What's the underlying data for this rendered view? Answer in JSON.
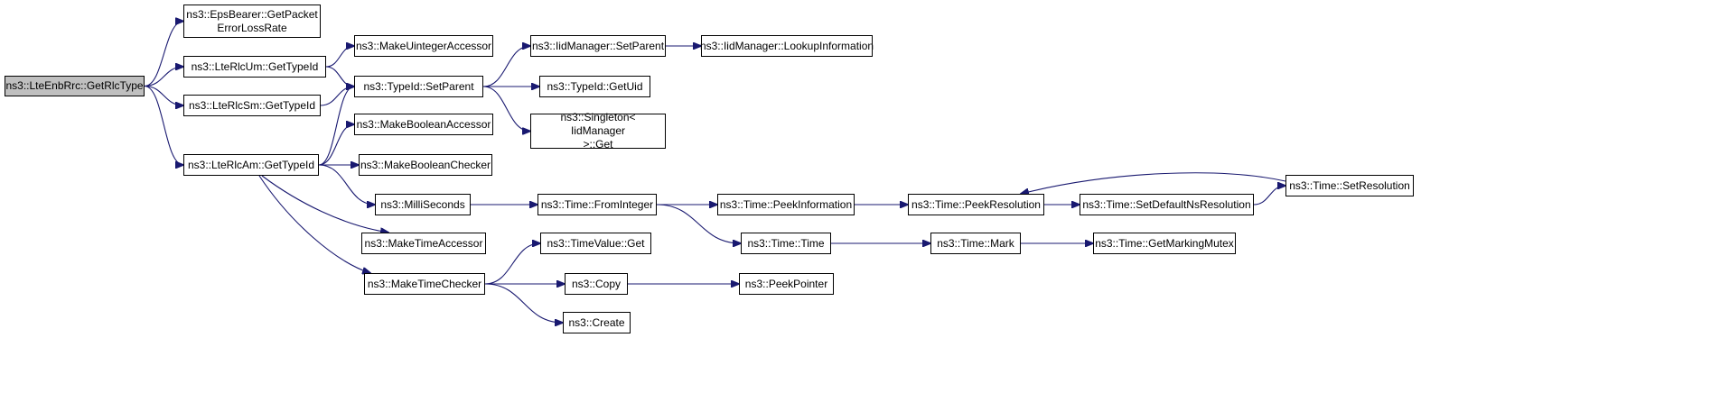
{
  "diagram": {
    "type": "call-graph",
    "edge_color": "#191970",
    "root_fill": "#bfbfbf",
    "nodes": [
      {
        "id": "n0",
        "label": "ns3::LteEnbRrc::GetRlcType",
        "root": true
      },
      {
        "id": "n1",
        "label": "ns3::EpsBearer::GetPacket\nErrorLossRate"
      },
      {
        "id": "n2",
        "label": "ns3::LteRlcUm::GetTypeId"
      },
      {
        "id": "n3",
        "label": "ns3::LteRlcSm::GetTypeId"
      },
      {
        "id": "n4",
        "label": "ns3::LteRlcAm::GetTypeId"
      },
      {
        "id": "n5",
        "label": "ns3::MakeUintegerAccessor"
      },
      {
        "id": "n6",
        "label": "ns3::TypeId::SetParent"
      },
      {
        "id": "n7",
        "label": "ns3::MakeBooleanAccessor"
      },
      {
        "id": "n8",
        "label": "ns3::MakeBooleanChecker"
      },
      {
        "id": "n9",
        "label": "ns3::MilliSeconds"
      },
      {
        "id": "n10",
        "label": "ns3::MakeTimeAccessor"
      },
      {
        "id": "n11",
        "label": "ns3::MakeTimeChecker"
      },
      {
        "id": "n12",
        "label": "ns3::IidManager::SetParent"
      },
      {
        "id": "n13",
        "label": "ns3::TypeId::GetUid"
      },
      {
        "id": "n14",
        "label": "ns3::Singleton< IidManager\n >::Get"
      },
      {
        "id": "n15",
        "label": "ns3::IidManager::LookupInformation"
      },
      {
        "id": "n16",
        "label": "ns3::Time::FromInteger"
      },
      {
        "id": "n17",
        "label": "ns3::TimeValue::Get"
      },
      {
        "id": "n18",
        "label": "ns3::Copy"
      },
      {
        "id": "n19",
        "label": "ns3::Create"
      },
      {
        "id": "n20",
        "label": "ns3::Time::PeekInformation"
      },
      {
        "id": "n21",
        "label": "ns3::Time::Time"
      },
      {
        "id": "n22",
        "label": "ns3::PeekPointer"
      },
      {
        "id": "n23",
        "label": "ns3::Time::PeekResolution"
      },
      {
        "id": "n24",
        "label": "ns3::Time::Mark"
      },
      {
        "id": "n25",
        "label": "ns3::Time::SetDefaultNsResolution"
      },
      {
        "id": "n26",
        "label": "ns3::Time::GetMarkingMutex"
      },
      {
        "id": "n27",
        "label": "ns3::Time::SetResolution"
      }
    ],
    "edges": [
      [
        "n0",
        "n1"
      ],
      [
        "n0",
        "n2"
      ],
      [
        "n0",
        "n3"
      ],
      [
        "n0",
        "n4"
      ],
      [
        "n2",
        "n5"
      ],
      [
        "n2",
        "n6"
      ],
      [
        "n3",
        "n6"
      ],
      [
        "n4",
        "n6"
      ],
      [
        "n4",
        "n7"
      ],
      [
        "n4",
        "n8"
      ],
      [
        "n4",
        "n9"
      ],
      [
        "n4",
        "n10"
      ],
      [
        "n4",
        "n11"
      ],
      [
        "n6",
        "n12"
      ],
      [
        "n6",
        "n13"
      ],
      [
        "n6",
        "n14"
      ],
      [
        "n12",
        "n15"
      ],
      [
        "n9",
        "n16"
      ],
      [
        "n16",
        "n20"
      ],
      [
        "n16",
        "n21"
      ],
      [
        "n11",
        "n17"
      ],
      [
        "n11",
        "n18"
      ],
      [
        "n11",
        "n19"
      ],
      [
        "n18",
        "n22"
      ],
      [
        "n20",
        "n23"
      ],
      [
        "n23",
        "n25"
      ],
      [
        "n25",
        "n27"
      ],
      [
        "n27",
        "n23"
      ],
      [
        "n21",
        "n24"
      ],
      [
        "n24",
        "n26"
      ]
    ]
  }
}
